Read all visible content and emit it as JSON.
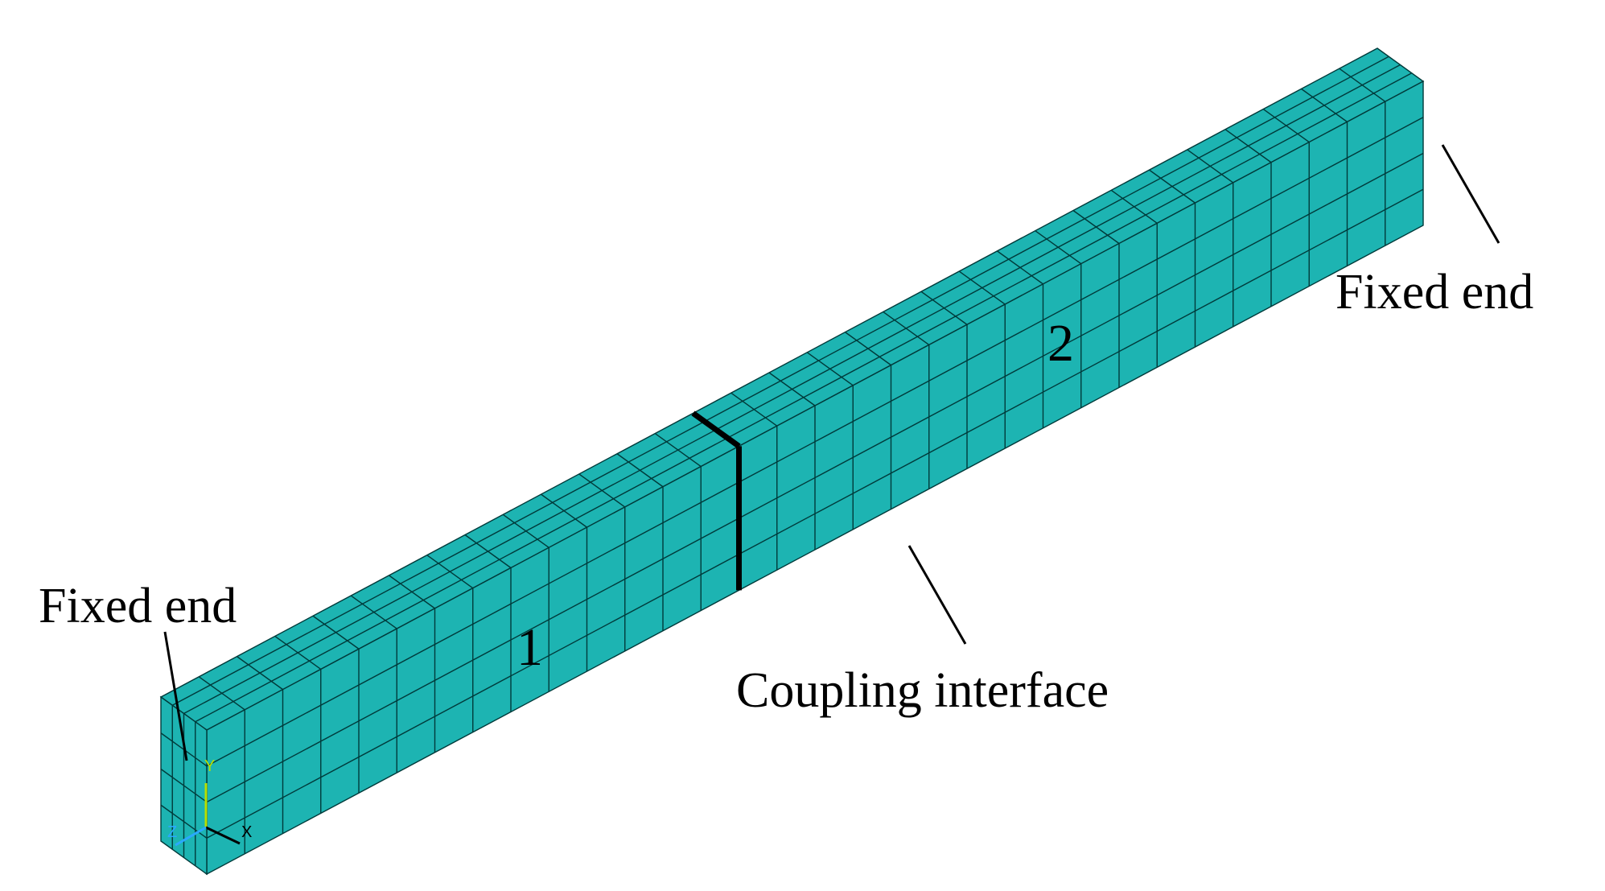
{
  "labels": {
    "fixed_end_left": "Fixed end",
    "fixed_end_right": "Fixed end",
    "coupling_interface": "Coupling interface",
    "part_1": "1",
    "part_2": "2"
  },
  "axes": {
    "x_label": "X",
    "y_label": "Y",
    "z_label": "Z",
    "x_color": "#000000",
    "y_color": "#b8e000",
    "z_color": "#2aa8ff"
  },
  "mesh": {
    "length_divisions": 32,
    "width_divisions": 4,
    "height_divisions": 4,
    "fill_color": "#1db4b2",
    "line_color": "#003a3a",
    "interface_division": 14
  }
}
